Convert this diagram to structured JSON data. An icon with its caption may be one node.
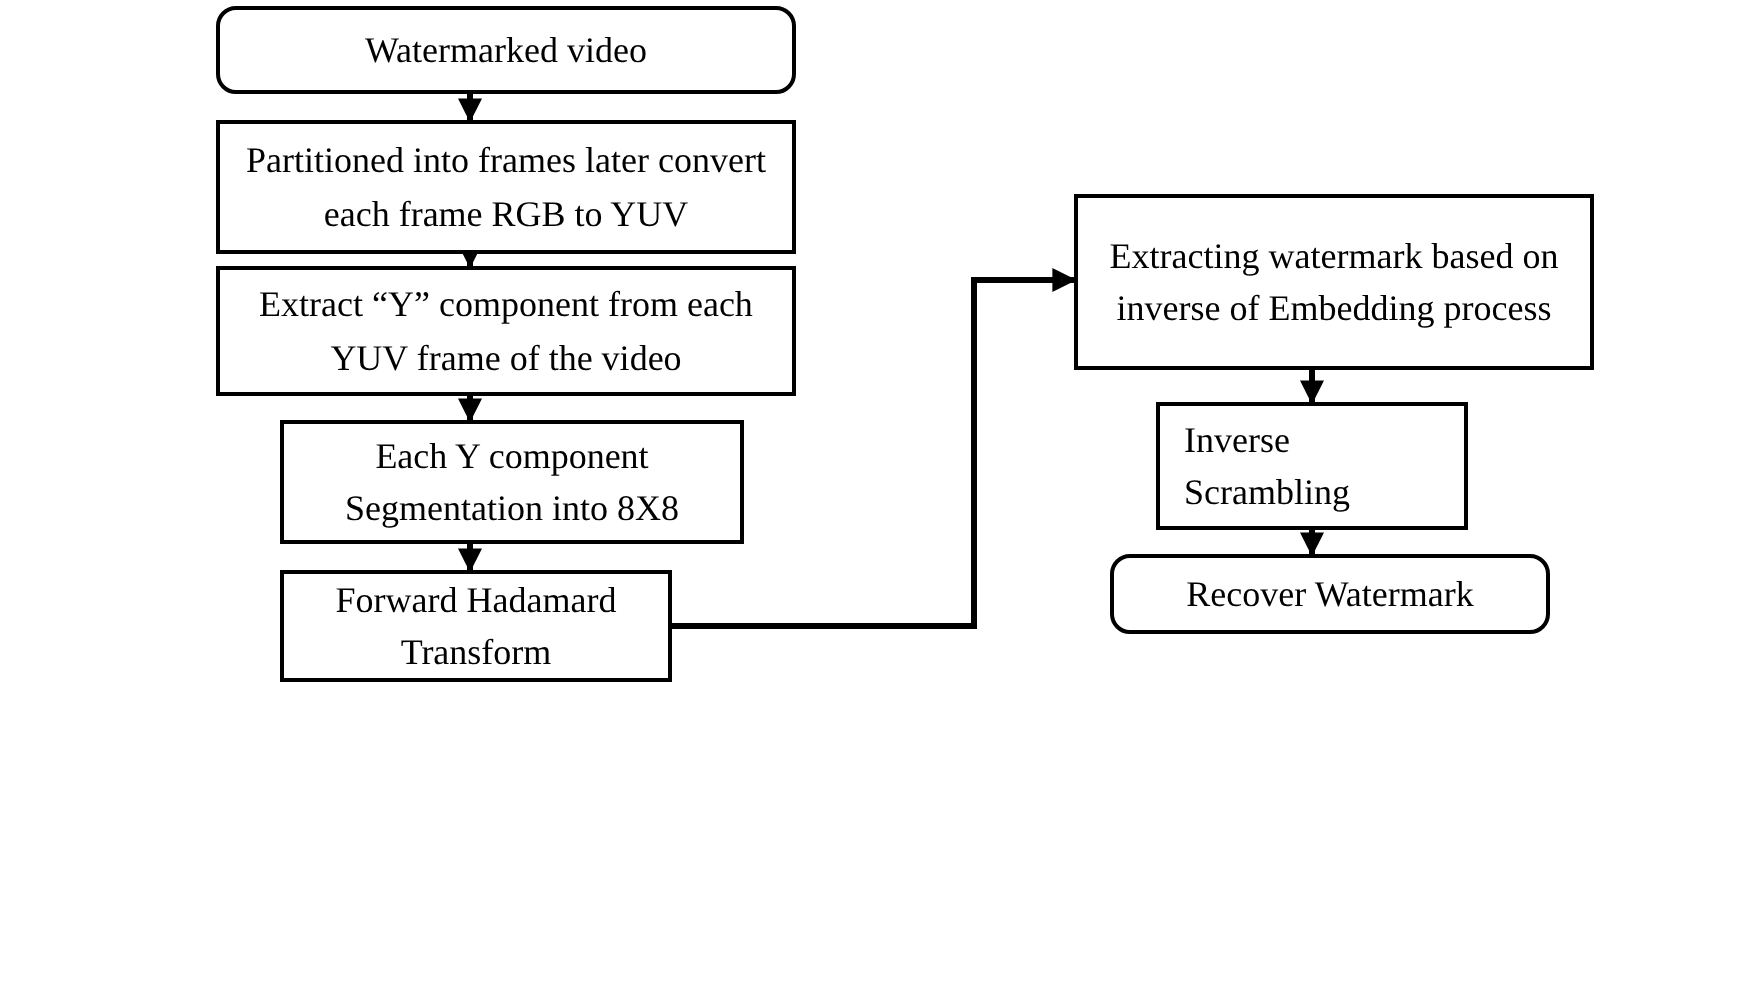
{
  "diagram": {
    "nodes": [
      {
        "text": [
          "Watermarked video"
        ]
      },
      {
        "text": [
          "Partitioned into frames later convert each frame RGB to YUV"
        ]
      },
      {
        "text": [
          "Extract “Y” component from each YUV frame of the video"
        ]
      },
      {
        "text": [
          "Each Y component Segmentation into 8X8"
        ]
      },
      {
        "text": [
          "Forward Hadamard Transform"
        ]
      },
      {
        "text": [
          "Extracting watermark based on inverse of Embedding process"
        ]
      },
      {
        "text": [
          "Inverse Scrambling"
        ]
      },
      {
        "text": [
          "Recover Watermark"
        ]
      }
    ],
    "edges": [
      {
        "from": 0,
        "to": 1,
        "arrow": "to"
      },
      {
        "from": 1,
        "to": 2,
        "arrow": "to"
      },
      {
        "from": 2,
        "to": 3,
        "arrow": "to"
      },
      {
        "from": 3,
        "to": 4,
        "arrow": "to"
      },
      {
        "from": 4,
        "to": 5,
        "arrow": "to"
      },
      {
        "from": 5,
        "to": 6,
        "arrow": "to"
      },
      {
        "from": 6,
        "to": 7,
        "arrow": "to"
      }
    ]
  }
}
